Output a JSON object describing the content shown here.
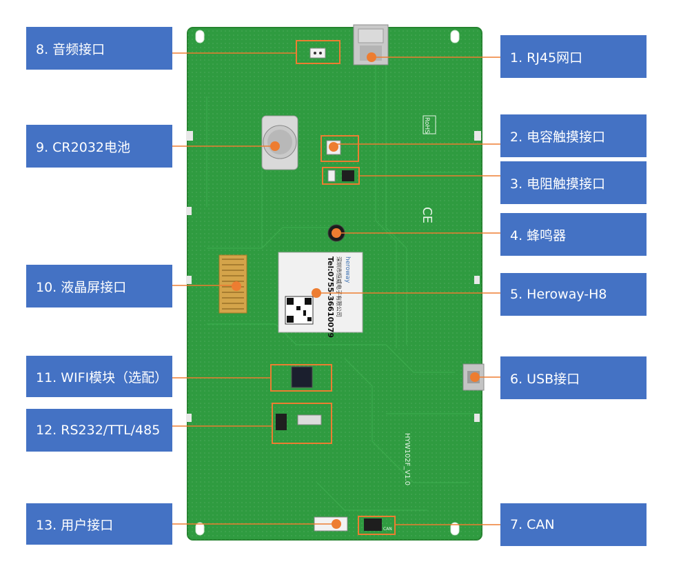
{
  "labels": {
    "l1": "1. RJ45网口",
    "l2": "2. 电容触摸接口",
    "l3": "3. 电阻触摸接口",
    "l4": "4. 蜂鸣器",
    "l5": "5. Heroway-H8",
    "l6": "6. USB接口",
    "l7": "7. CAN",
    "l8": "8. 音频接口",
    "l9": "9. CR2032电池",
    "l10": "10. 液晶屏接口",
    "l11": "11. WIFI模块（选配）",
    "l12": "12. RS232/TTL/485",
    "l13": "13. 用户接口"
  },
  "board": {
    "module_tel": "Tel:0755-36610079",
    "module_company": "深圳市恒威电子有限公司",
    "module_brand": "heroway",
    "board_model": "HYW102F_V1.0",
    "rohs": "RoHS",
    "ce": "CE",
    "can_mark": "CAN"
  },
  "colors": {
    "label_bg": "#4472c4",
    "leader": "#ed7d31",
    "pcb": "#2e9a3f"
  }
}
